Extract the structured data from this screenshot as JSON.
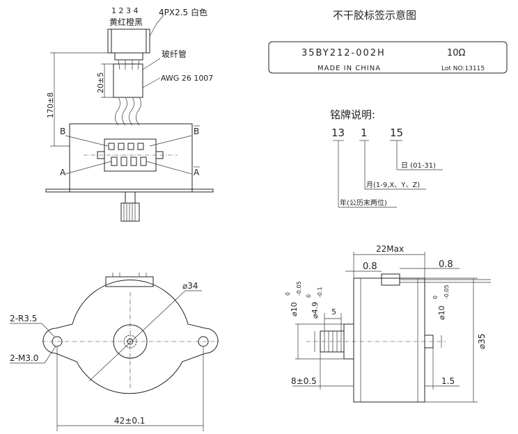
{
  "wire_colors": [
    "1 2 3 4",
    "黄红橙黑"
  ],
  "connector_label": "4PX2.5 白色",
  "tube_label": "玻纤管",
  "wire_label": "AWG 26 1007",
  "dim_tube": "20±5",
  "dim_lead": "170±8",
  "phase_labels": {
    "b": "B",
    "b_bar": "B",
    "a": "A",
    "a_bar": "A"
  },
  "label_panel": {
    "title": "不干胶标签示意图",
    "model": "35BY212-002H",
    "resistance": "10Ω",
    "origin": "MADE IN CHINA",
    "lot": "Lot NO:13115"
  },
  "nameplate": {
    "title": "铭牌说明:",
    "code": [
      "13",
      "1",
      "15"
    ],
    "day": "日 (01-31)",
    "month": "月(1-9,X、Y、Z)",
    "year": "年(公历末两位)"
  },
  "front_view": {
    "dim_hole_r": "2-R3.5",
    "dim_hole_m": "2-M3.0",
    "dim_diameter": "⌀34",
    "dim_span": "42±0.1"
  },
  "side_view": {
    "dim_max": "22Max",
    "dim_left": "0.8",
    "dim_right": "0.8",
    "dim_shaft": "⌀10",
    "dim_shaft_tol_up": "0",
    "dim_shaft_tol_dn": "-0.05",
    "dim_pin": "⌀4.9",
    "dim_pin_tol_up": "0",
    "dim_pin_tol_dn": "-0.1",
    "dim_boss": "⌀10",
    "dim_boss_tol_up": "0",
    "dim_boss_tol_dn": "-0.05",
    "dim_gear": "5",
    "dim_body": "⌀35",
    "dim_shaft_len": "8±0.5",
    "dim_boss_len": "1.5"
  }
}
